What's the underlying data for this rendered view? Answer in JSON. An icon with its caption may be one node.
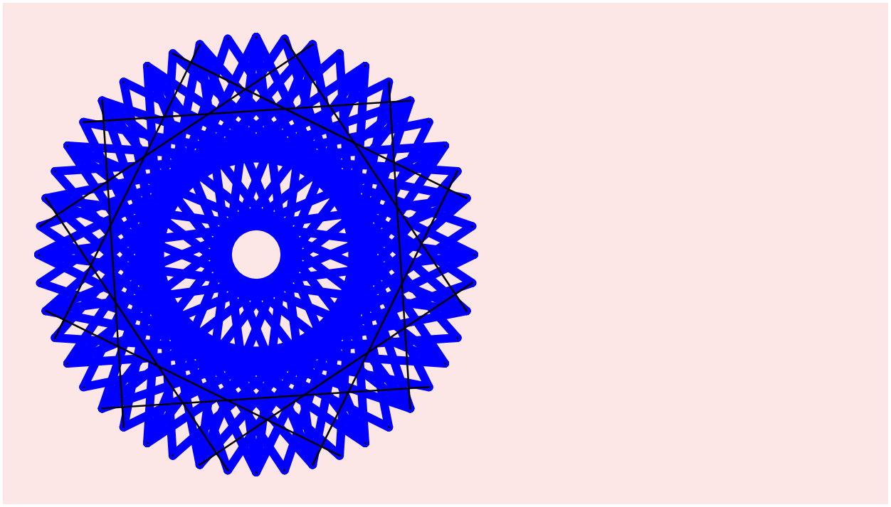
{
  "diagram": {
    "nodes": [
      {
        "text": [],
        "shape": "circle"
      },
      {
        "text": [],
        "shape": "circle"
      },
      {
        "text": [],
        "shape": "circle"
      },
      {
        "text": [],
        "shape": "circle"
      },
      {
        "text": [],
        "shape": "circle"
      },
      {
        "text": [],
        "shape": "circle"
      },
      {
        "text": [],
        "shape": "circle"
      },
      {
        "text": [],
        "shape": "circle"
      },
      {
        "text": [],
        "shape": "circle"
      },
      {
        "text": [],
        "shape": "circle"
      },
      {
        "text": [],
        "shape": "circle"
      },
      {
        "text": [],
        "shape": "circle"
      },
      {
        "text": [],
        "shape": "circle"
      },
      {
        "text": [],
        "shape": "circle"
      },
      {
        "text": [],
        "shape": "circle"
      },
      {
        "text": [],
        "shape": "circle"
      },
      {
        "text": [],
        "shape": "circle"
      },
      {
        "text": [],
        "shape": "circle"
      },
      {
        "text": [],
        "shape": "circle"
      },
      {
        "text": [],
        "shape": "circle"
      },
      {
        "text": [],
        "shape": "circle"
      },
      {
        "text": [],
        "shape": "circle"
      },
      {
        "text": [],
        "shape": "circle"
      },
      {
        "text": [],
        "shape": "circle"
      },
      {
        "text": [],
        "shape": "circle"
      },
      {
        "text": [],
        "shape": "circle"
      },
      {
        "text": [],
        "shape": "circle"
      },
      {
        "text": [],
        "shape": "circle"
      },
      {
        "text": [],
        "shape": "circle"
      },
      {
        "text": [],
        "shape": "circle"
      },
      {
        "text": [],
        "shape": "circle"
      },
      {
        "text": [],
        "shape": "circle"
      },
      {
        "text": [],
        "shape": "circle"
      },
      {
        "text": [],
        "shape": "circle"
      },
      {
        "text": [],
        "shape": "circle"
      },
      {
        "text": [],
        "shape": "circle"
      },
      {
        "text": [],
        "shape": "circle"
      },
      {
        "text": [],
        "shape": "circle"
      },
      {
        "text": [],
        "shape": "circle"
      },
      {
        "text": [],
        "shape": "circle"
      },
      {
        "text": [],
        "shape": "circle"
      },
      {
        "text": [],
        "shape": "circle"
      },
      {
        "text": [],
        "shape": "circle"
      },
      {
        "text": [],
        "shape": "circle"
      },
      {
        "text": [],
        "shape": "circle"
      },
      {
        "text": [],
        "shape": "circle"
      },
      {
        "text": [],
        "shape": "circle"
      },
      {
        "text": [],
        "shape": "circle"
      }
    ],
    "edges": [
      {
        "from": 0,
        "to": 17,
        "arrow": "none"
      },
      {
        "from": 1,
        "to": 18,
        "arrow": "none"
      },
      {
        "from": 2,
        "to": 19,
        "arrow": "none"
      },
      {
        "from": 3,
        "to": 20,
        "arrow": "none"
      },
      {
        "from": 4,
        "to": 21,
        "arrow": "none"
      },
      {
        "from": 5,
        "to": 22,
        "arrow": "none"
      },
      {
        "from": 6,
        "to": 23,
        "arrow": "none"
      },
      {
        "from": 7,
        "to": 24,
        "arrow": "none"
      },
      {
        "from": 8,
        "to": 25,
        "arrow": "none"
      },
      {
        "from": 9,
        "to": 26,
        "arrow": "none"
      },
      {
        "from": 10,
        "to": 27,
        "arrow": "none"
      },
      {
        "from": 11,
        "to": 28,
        "arrow": "none"
      },
      {
        "from": 12,
        "to": 29,
        "arrow": "none"
      },
      {
        "from": 13,
        "to": 30,
        "arrow": "none"
      },
      {
        "from": 14,
        "to": 31,
        "arrow": "none"
      },
      {
        "from": 15,
        "to": 32,
        "arrow": "none"
      },
      {
        "from": 16,
        "to": 33,
        "arrow": "none"
      },
      {
        "from": 17,
        "to": 34,
        "arrow": "none"
      },
      {
        "from": 18,
        "to": 35,
        "arrow": "none"
      },
      {
        "from": 19,
        "to": 36,
        "arrow": "none"
      },
      {
        "from": 20,
        "to": 37,
        "arrow": "none"
      },
      {
        "from": 21,
        "to": 38,
        "arrow": "none"
      },
      {
        "from": 22,
        "to": 39,
        "arrow": "none"
      },
      {
        "from": 23,
        "to": 40,
        "arrow": "none"
      },
      {
        "from": 24,
        "to": 41,
        "arrow": "none"
      },
      {
        "from": 25,
        "to": 42,
        "arrow": "none"
      },
      {
        "from": 26,
        "to": 43,
        "arrow": "none"
      },
      {
        "from": 27,
        "to": 44,
        "arrow": "none"
      },
      {
        "from": 28,
        "to": 45,
        "arrow": "none"
      },
      {
        "from": 29,
        "to": 46,
        "arrow": "none"
      },
      {
        "from": 30,
        "to": 47,
        "arrow": "none"
      },
      {
        "from": 31,
        "to": 0,
        "arrow": "none"
      },
      {
        "from": 32,
        "to": 1,
        "arrow": "none"
      },
      {
        "from": 33,
        "to": 2,
        "arrow": "none"
      },
      {
        "from": 34,
        "to": 3,
        "arrow": "none"
      },
      {
        "from": 35,
        "to": 4,
        "arrow": "none"
      },
      {
        "from": 36,
        "to": 5,
        "arrow": "none"
      },
      {
        "from": 37,
        "to": 6,
        "arrow": "none"
      },
      {
        "from": 38,
        "to": 7,
        "arrow": "none"
      },
      {
        "from": 39,
        "to": 8,
        "arrow": "none"
      },
      {
        "from": 40,
        "to": 9,
        "arrow": "none"
      },
      {
        "from": 41,
        "to": 10,
        "arrow": "none"
      },
      {
        "from": 42,
        "to": 11,
        "arrow": "none"
      },
      {
        "from": 43,
        "to": 12,
        "arrow": "none"
      },
      {
        "from": 44,
        "to": 13,
        "arrow": "none"
      },
      {
        "from": 45,
        "to": 14,
        "arrow": "none"
      },
      {
        "from": 46,
        "to": 15,
        "arrow": "none"
      },
      {
        "from": 47,
        "to": 16,
        "arrow": "none"
      },
      {
        "from": 0,
        "to": 22,
        "arrow": "none"
      },
      {
        "from": 2,
        "to": 24,
        "arrow": "none"
      },
      {
        "from": 4,
        "to": 26,
        "arrow": "none"
      },
      {
        "from": 6,
        "to": 28,
        "arrow": "none"
      },
      {
        "from": 8,
        "to": 30,
        "arrow": "none"
      },
      {
        "from": 10,
        "to": 32,
        "arrow": "none"
      },
      {
        "from": 12,
        "to": 34,
        "arrow": "none"
      },
      {
        "from": 14,
        "to": 36,
        "arrow": "none"
      },
      {
        "from": 16,
        "to": 38,
        "arrow": "none"
      },
      {
        "from": 18,
        "to": 40,
        "arrow": "none"
      },
      {
        "from": 20,
        "to": 42,
        "arrow": "none"
      },
      {
        "from": 22,
        "to": 44,
        "arrow": "none"
      },
      {
        "from": 24,
        "to": 46,
        "arrow": "none"
      },
      {
        "from": 26,
        "to": 0,
        "arrow": "none"
      },
      {
        "from": 28,
        "to": 2,
        "arrow": "none"
      },
      {
        "from": 30,
        "to": 4,
        "arrow": "none"
      },
      {
        "from": 32,
        "to": 6,
        "arrow": "none"
      },
      {
        "from": 34,
        "to": 8,
        "arrow": "none"
      },
      {
        "from": 36,
        "to": 10,
        "arrow": "none"
      },
      {
        "from": 38,
        "to": 12,
        "arrow": "none"
      },
      {
        "from": 40,
        "to": 14,
        "arrow": "none"
      },
      {
        "from": 42,
        "to": 16,
        "arrow": "none"
      },
      {
        "from": 44,
        "to": 18,
        "arrow": "none"
      },
      {
        "from": 46,
        "to": 20,
        "arrow": "none"
      },
      {
        "from": 1,
        "to": 14,
        "arrow": "none",
        "color": "#000000"
      },
      {
        "from": 5,
        "to": 18,
        "arrow": "none",
        "color": "#000000"
      },
      {
        "from": 9,
        "to": 22,
        "arrow": "none",
        "color": "#000000"
      },
      {
        "from": 13,
        "to": 26,
        "arrow": "none",
        "color": "#000000"
      },
      {
        "from": 17,
        "to": 30,
        "arrow": "none",
        "color": "#000000"
      },
      {
        "from": 21,
        "to": 34,
        "arrow": "none",
        "color": "#000000"
      },
      {
        "from": 25,
        "to": 38,
        "arrow": "none",
        "color": "#000000"
      },
      {
        "from": 29,
        "to": 42,
        "arrow": "none",
        "color": "#000000"
      },
      {
        "from": 33,
        "to": 46,
        "arrow": "none",
        "color": "#000000"
      },
      {
        "from": 37,
        "to": 2,
        "arrow": "none",
        "color": "#000000"
      },
      {
        "from": 41,
        "to": 6,
        "arrow": "none",
        "color": "#000000"
      },
      {
        "from": 45,
        "to": 10,
        "arrow": "none",
        "color": "#000000"
      }
    ]
  }
}
